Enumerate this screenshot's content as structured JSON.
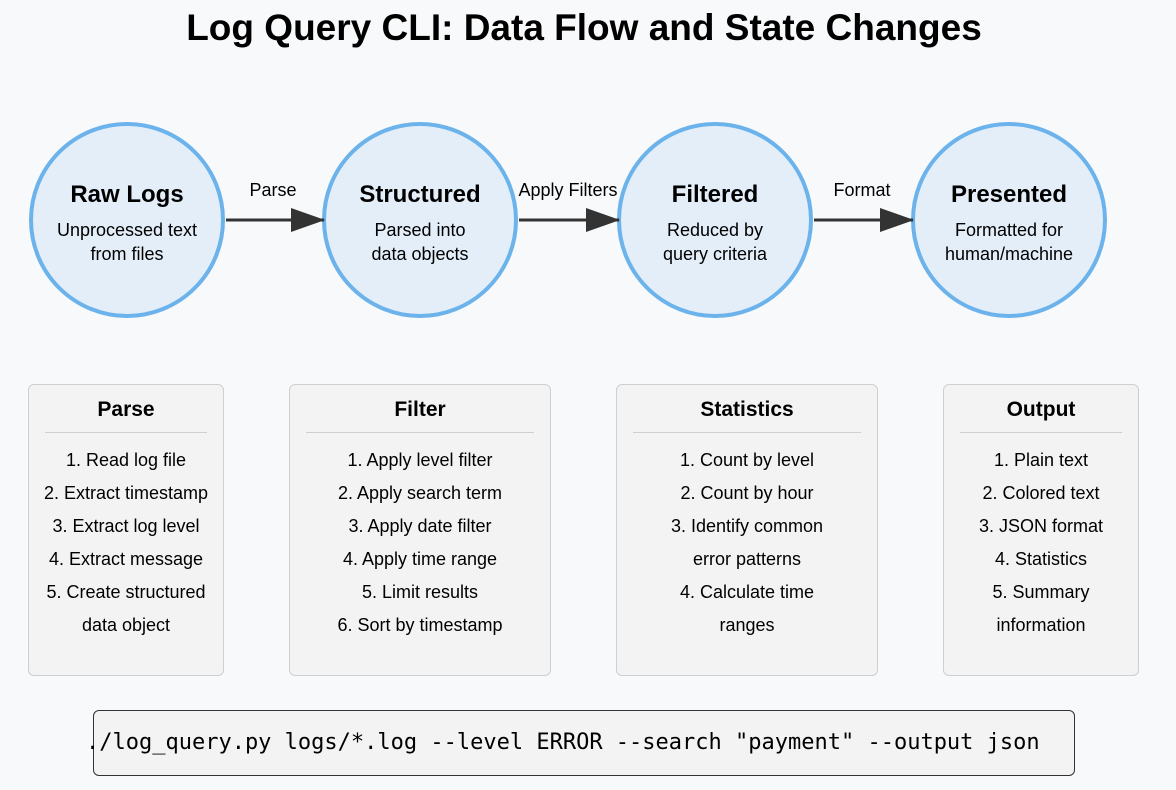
{
  "title": "Log Query CLI: Data Flow and State Changes",
  "states": [
    {
      "title": "Raw Logs",
      "desc1": "Unprocessed text",
      "desc2": "from files"
    },
    {
      "title": "Structured",
      "desc1": "Parsed into",
      "desc2": "data objects"
    },
    {
      "title": "Filtered",
      "desc1": "Reduced by",
      "desc2": "query criteria"
    },
    {
      "title": "Presented",
      "desc1": "Formatted for",
      "desc2": "human/machine"
    }
  ],
  "transitions": [
    "Parse",
    "Apply Filters",
    "Format"
  ],
  "panels": [
    {
      "title": "Parse",
      "steps": [
        "1. Read log file",
        "2. Extract timestamp",
        "3. Extract log level",
        "4. Extract message",
        "5. Create structured",
        "data object"
      ]
    },
    {
      "title": "Filter",
      "steps": [
        "1. Apply level filter",
        "2. Apply search term",
        "3. Apply date filter",
        "4. Apply time range",
        "5. Limit results",
        "6. Sort by timestamp"
      ]
    },
    {
      "title": "Statistics",
      "steps": [
        "1. Count by level",
        "2. Count by hour",
        "3. Identify common",
        "error patterns",
        "4. Calculate time",
        "ranges"
      ]
    },
    {
      "title": "Output",
      "steps": [
        "1. Plain text",
        "2. Colored text",
        "3. JSON format",
        "4. Statistics",
        "5. Summary",
        "information"
      ]
    }
  ],
  "command": "./log_query.py logs/*.log --level ERROR --search \"payment\" --output json",
  "colors": {
    "circle_fill": "#e3eef9",
    "circle_stroke": "#6cb3ec",
    "arrow": "#333333",
    "panel_fill": "#f3f3f3",
    "panel_border": "#cfcfcf"
  }
}
